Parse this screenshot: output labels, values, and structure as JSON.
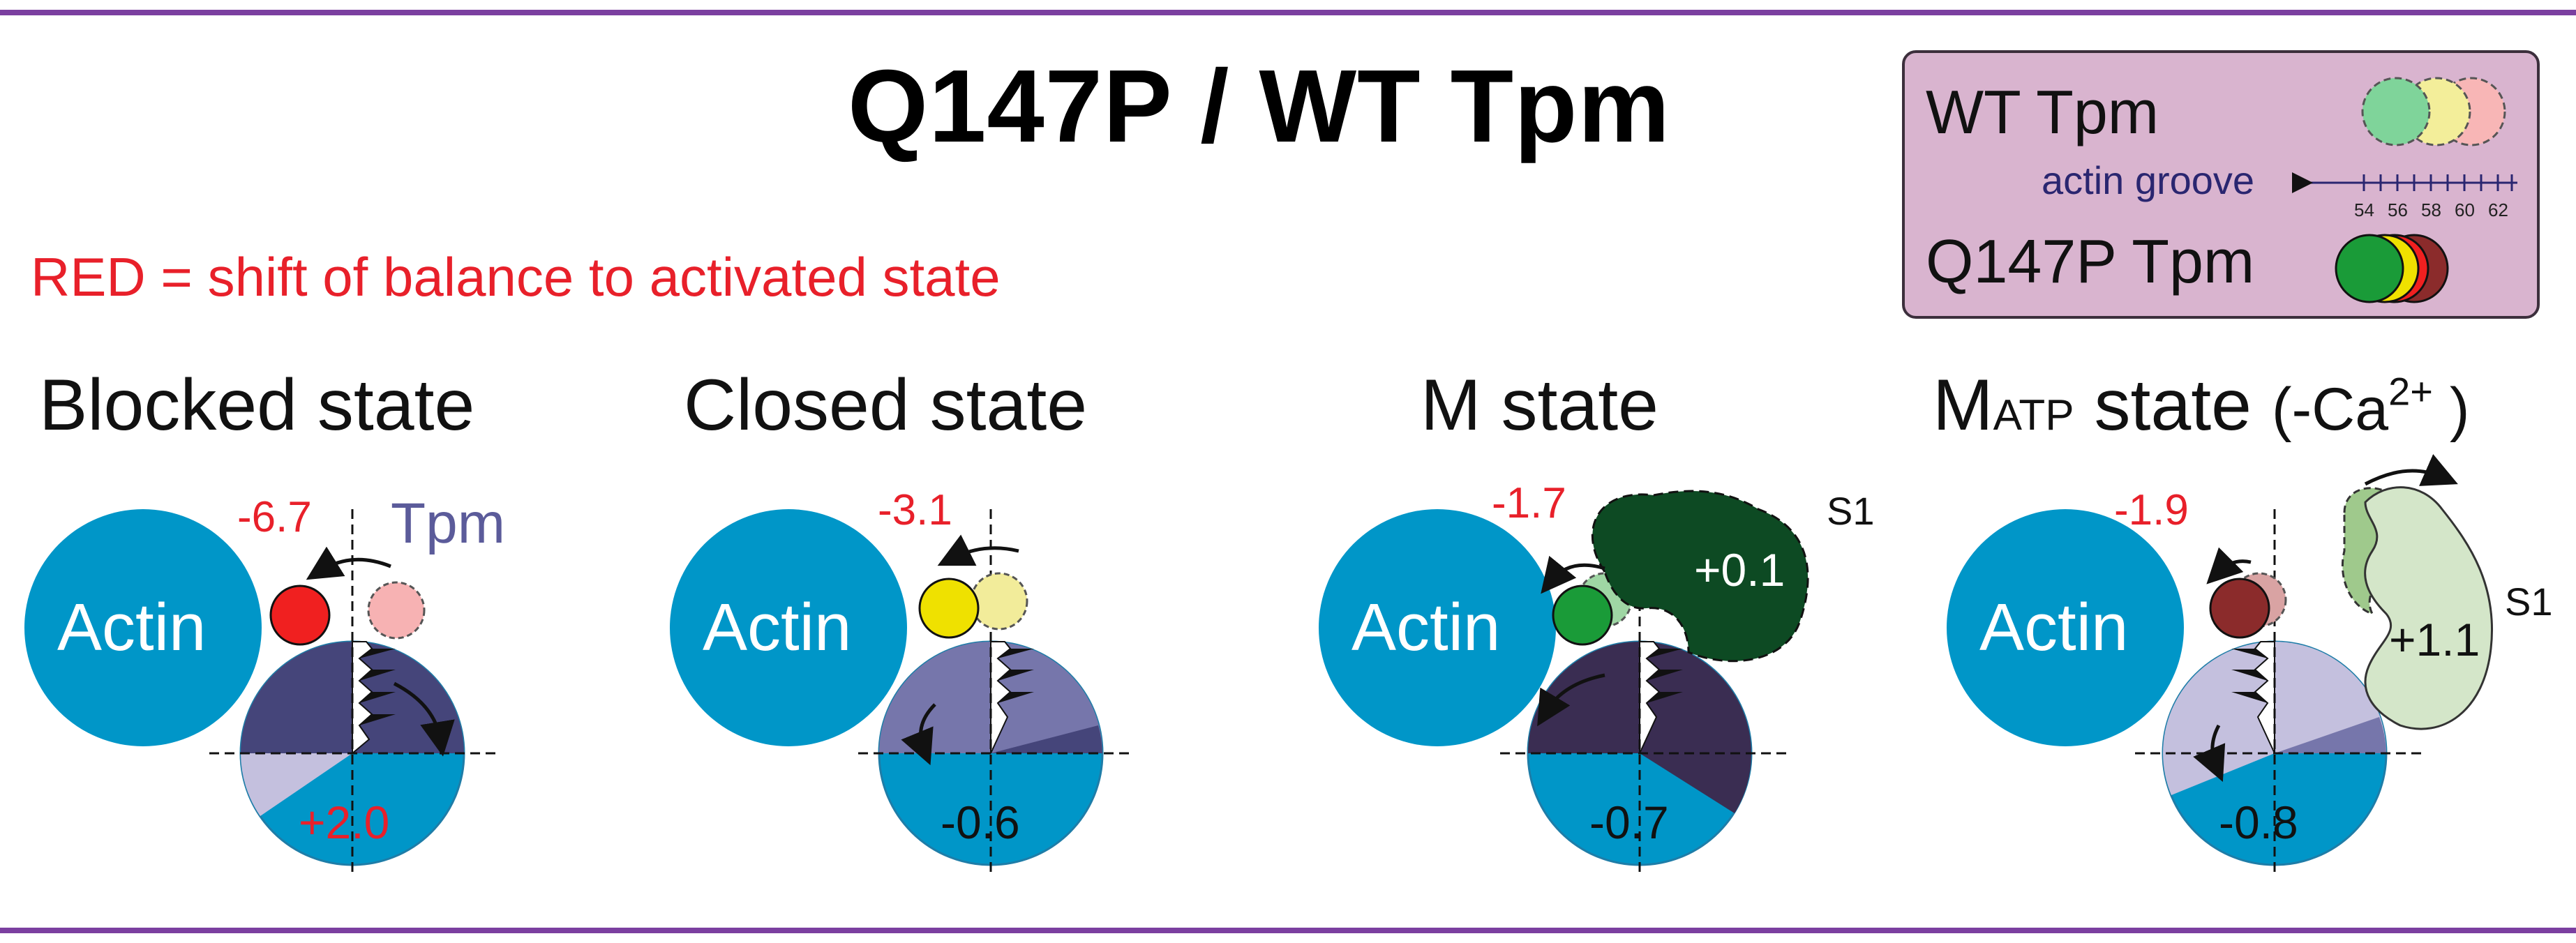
{
  "title": "Q147P / WT Tpm",
  "note": "RED = shift of balance to activated state",
  "legend": {
    "wt_label": "WT Tpm",
    "groove_label": "actin groove",
    "ticks": [
      "54",
      "56",
      "58",
      "60",
      "62"
    ],
    "q147p_label": "Q147P Tpm"
  },
  "common": {
    "actin_label": "Actin",
    "tpm_label": "Tpm",
    "s1_label": "S1"
  },
  "states": [
    {
      "label": "Blocked state",
      "tpm_shift": "-6.7",
      "pie_value": "+2.0",
      "pie_value_color": "#e8202a",
      "tpm_color": "#f02020",
      "tpm_ghost_color": "#f7b2b3"
    },
    {
      "label": "Closed state",
      "tpm_shift": "-3.1",
      "pie_value": "-0.6",
      "pie_value_color": "#111111",
      "tpm_color": "#efe100",
      "tpm_ghost_color": "#f2ec9a"
    },
    {
      "label": "M state",
      "tpm_shift": "-1.7",
      "pie_value": "-0.7",
      "pie_value_color": "#111111",
      "s1_value": "+0.1",
      "tpm_color": "#1a9b38",
      "tpm_ghost_color": "#9fd6a4",
      "s1_color": "#0d4a23"
    },
    {
      "label_main": "M",
      "label_sub": "ATP",
      "label_rest": " state ",
      "label_paren": "(-Ca",
      "label_sup": "2+",
      "label_close": " )",
      "tpm_shift": "-1.9",
      "pie_value": "-0.8",
      "pie_value_color": "#111111",
      "s1_value": "+1.1",
      "tpm_color": "#8b2b2b",
      "tpm_ghost_color": "#d9a3a3",
      "s1_color": "#d4e6c9"
    }
  ],
  "colors": {
    "actin": "#0096c8",
    "frame": "#7b3fa0",
    "legend_bg": "#d9b4cf"
  }
}
